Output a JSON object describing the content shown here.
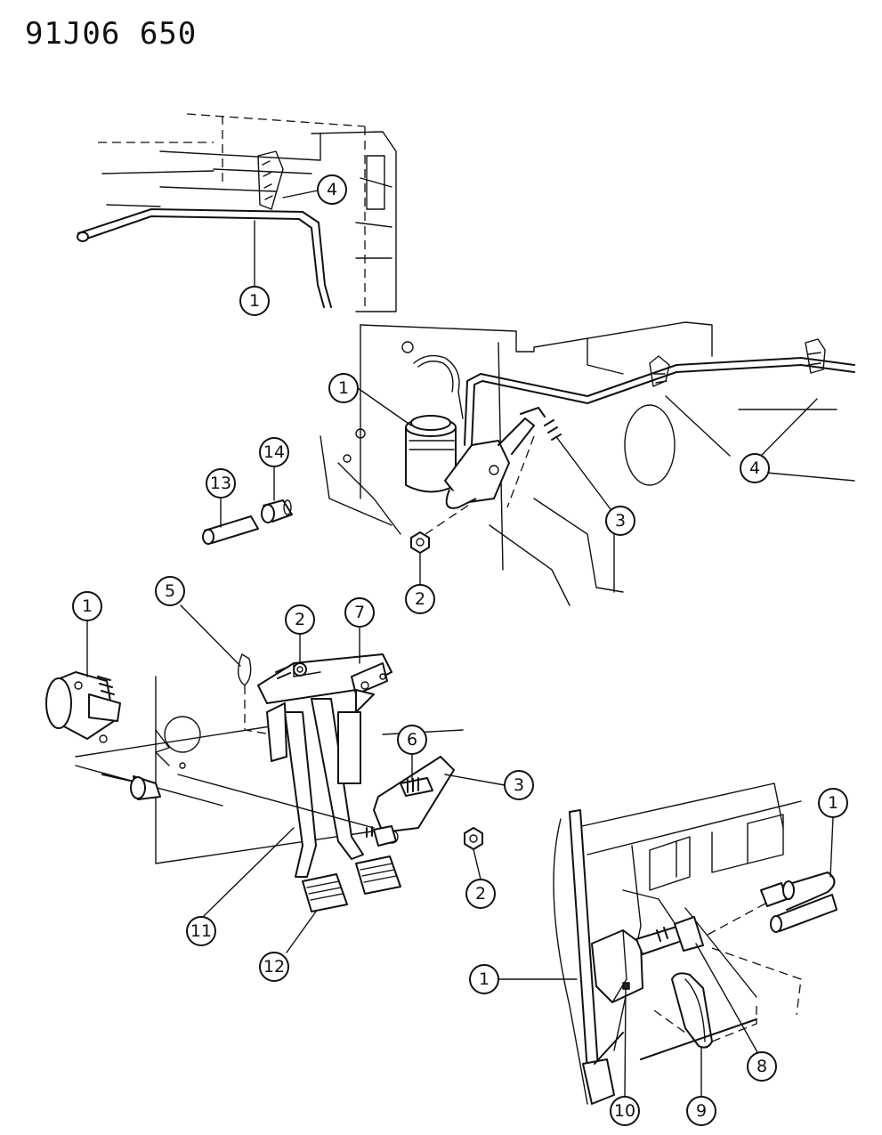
{
  "drawing_code": "91J06 650",
  "callouts": [
    {
      "number": "1"
    },
    {
      "number": "4"
    },
    {
      "number": "1"
    },
    {
      "number": "4"
    },
    {
      "number": "3"
    },
    {
      "number": "2"
    },
    {
      "number": "13"
    },
    {
      "number": "14"
    },
    {
      "number": "1"
    },
    {
      "number": "5"
    },
    {
      "number": "2"
    },
    {
      "number": "7"
    },
    {
      "number": "6"
    },
    {
      "number": "3"
    },
    {
      "number": "2"
    },
    {
      "number": "11"
    },
    {
      "number": "12"
    },
    {
      "number": "1"
    },
    {
      "number": "1"
    },
    {
      "number": "8"
    },
    {
      "number": "10"
    },
    {
      "number": "9"
    }
  ]
}
